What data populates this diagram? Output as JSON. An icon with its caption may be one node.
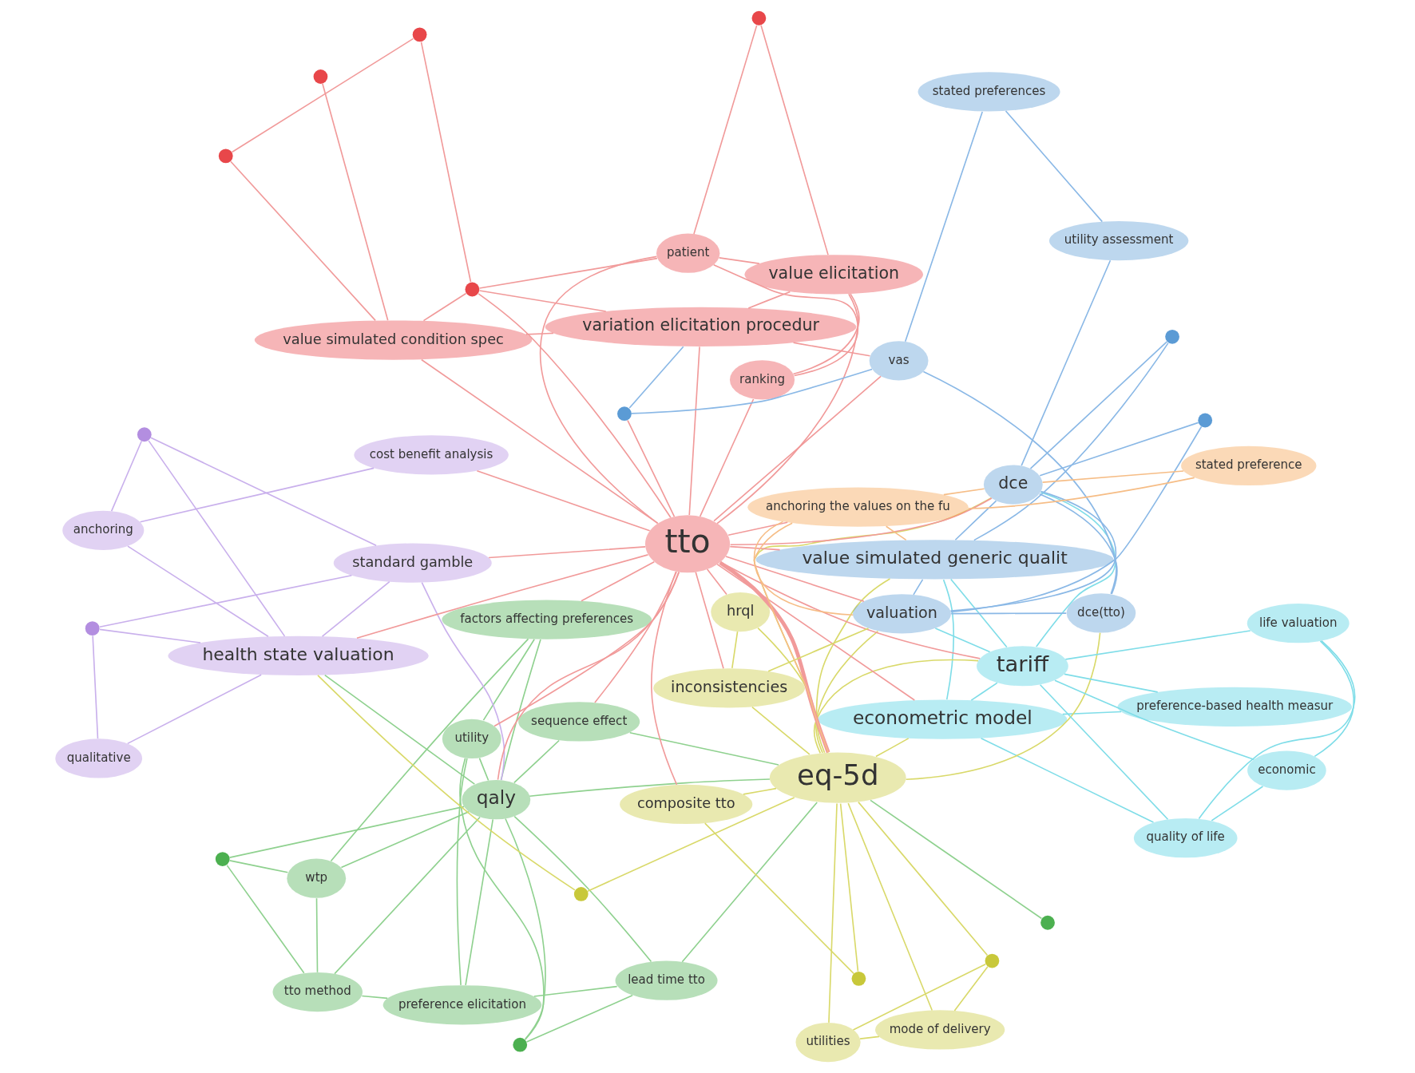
{
  "diagram": {
    "nodes": [
      {
        "text": [],
        "shape": "circle"
      },
      {
        "text": [
          "wtp"
        ]
      },
      {
        "text": [
          "tto method"
        ]
      },
      {
        "text": [
          "preference elicitation"
        ]
      },
      {
        "text": [
          "utility"
        ]
      },
      {
        "text": [
          "factors affecting preferences"
        ]
      },
      {
        "text": [
          "lead time tto"
        ]
      },
      {
        "text": [],
        "shape": "circle"
      },
      {
        "text": [
          "mode of delivery"
        ]
      },
      {
        "text": [],
        "shape": "circle"
      },
      {
        "text": [
          "preference-based health measur"
        ]
      },
      {
        "text": [
          "utilities"
        ]
      },
      {
        "text": [
          "qualitative"
        ]
      },
      {
        "text": [
          "econometric model"
        ]
      },
      {
        "text": [
          "qaly"
        ]
      },
      {
        "text": [],
        "shape": "circle"
      },
      {
        "text": [
          "standard gamble"
        ]
      },
      {
        "text": [],
        "shape": "circle"
      },
      {
        "text": [
          "sequence effect"
        ]
      },
      {
        "text": [
          "composite tto"
        ]
      },
      {
        "text": [],
        "shape": "circle"
      },
      {
        "text": [
          "health state valuation"
        ]
      },
      {
        "text": [],
        "shape": "circle"
      },
      {
        "text": [],
        "shape": "circle"
      },
      {
        "text": [
          "eq-5d"
        ]
      },
      {
        "text": [
          "anchoring"
        ]
      },
      {
        "text": [
          "life valuation"
        ]
      },
      {
        "text": [
          "value simulated generic qualit"
        ]
      },
      {
        "text": [
          "economic"
        ]
      },
      {
        "text": [
          "tariff"
        ]
      },
      {
        "text": [
          "hrql"
        ]
      },
      {
        "text": [
          "tto"
        ]
      },
      {
        "text": [
          "quality of life"
        ]
      },
      {
        "text": [
          "cost benefit analysis"
        ]
      },
      {
        "text": [],
        "shape": "circle"
      },
      {
        "text": [],
        "shape": "circle"
      },
      {
        "text": [
          "valuation"
        ]
      },
      {
        "text": [
          "inconsistencies"
        ]
      },
      {
        "text": [],
        "shape": "circle"
      },
      {
        "text": [
          "variation elicitation procedur"
        ]
      },
      {
        "text": [
          "dce(tto)"
        ]
      },
      {
        "text": [
          "vas"
        ]
      },
      {
        "text": [],
        "shape": "circle"
      },
      {
        "text": [
          "value simulated condition spec"
        ]
      },
      {
        "text": [],
        "shape": "circle"
      },
      {
        "text": [],
        "shape": "circle"
      },
      {
        "text": [
          "dce"
        ]
      },
      {
        "text": [
          "stated preferences"
        ]
      },
      {
        "text": [
          "value elicitation"
        ]
      },
      {
        "text": [
          "utility assessment"
        ]
      },
      {
        "text": [
          "ranking"
        ]
      },
      {
        "text": [],
        "shape": "circle"
      },
      {
        "text": [],
        "shape": "circle"
      },
      {
        "text": [
          "patient"
        ]
      },
      {
        "text": [
          "anchoring the values on the fu"
        ]
      },
      {
        "text": [
          "stated preference"
        ]
      }
    ],
    "edges": [
      {
        "from": 31,
        "to": 24,
        "arrow": "none",
        "style": "thick"
      },
      {
        "from": 31,
        "to": 14,
        "arrow": "none"
      },
      {
        "from": 31,
        "to": 21,
        "arrow": "none"
      },
      {
        "from": 31,
        "to": 39,
        "arrow": "none"
      },
      {
        "from": 31,
        "to": 48,
        "arrow": "none"
      },
      {
        "from": 31,
        "to": 43,
        "arrow": "none"
      },
      {
        "from": 31,
        "to": 30,
        "arrow": "none"
      },
      {
        "from": 31,
        "to": 37,
        "arrow": "none"
      },
      {
        "from": 31,
        "to": 29,
        "arrow": "none"
      },
      {
        "from": 31,
        "to": 27,
        "arrow": "none"
      },
      {
        "from": 31,
        "to": 36,
        "arrow": "none"
      },
      {
        "from": 31,
        "to": 46,
        "arrow": "none"
      },
      {
        "from": 31,
        "to": 41,
        "arrow": "none"
      },
      {
        "from": 31,
        "to": 19,
        "arrow": "none"
      },
      {
        "from": 31,
        "to": 18,
        "arrow": "none"
      },
      {
        "from": 31,
        "to": 33,
        "arrow": "none"
      },
      {
        "from": 31,
        "to": 16,
        "arrow": "none"
      },
      {
        "from": 31,
        "to": 50,
        "arrow": "none"
      },
      {
        "from": 31,
        "to": 53,
        "arrow": "none"
      },
      {
        "from": 31,
        "to": 44,
        "arrow": "none"
      },
      {
        "from": 31,
        "to": 38,
        "arrow": "none"
      },
      {
        "from": 31,
        "to": 5,
        "arrow": "none"
      },
      {
        "from": 31,
        "to": 4,
        "arrow": "none"
      },
      {
        "from": 31,
        "to": 54,
        "arrow": "none"
      },
      {
        "from": 31,
        "to": 13,
        "arrow": "none"
      },
      {
        "from": 39,
        "to": 48,
        "arrow": "none"
      },
      {
        "from": 39,
        "to": 43,
        "arrow": "none"
      },
      {
        "from": 39,
        "to": 44,
        "arrow": "none"
      },
      {
        "from": 48,
        "to": 50,
        "arrow": "none"
      },
      {
        "from": 48,
        "to": 53,
        "arrow": "none"
      },
      {
        "from": 48,
        "to": 51,
        "arrow": "none"
      },
      {
        "from": 43,
        "to": 42,
        "arrow": "none"
      },
      {
        "from": 43,
        "to": 45,
        "arrow": "none"
      },
      {
        "from": 43,
        "to": 44,
        "arrow": "none"
      },
      {
        "from": 44,
        "to": 52,
        "arrow": "none"
      },
      {
        "from": 44,
        "to": 53,
        "arrow": "none"
      },
      {
        "from": 52,
        "to": 45,
        "arrow": "none"
      },
      {
        "from": 51,
        "to": 53,
        "arrow": "none"
      },
      {
        "from": 50,
        "to": 53,
        "arrow": "none"
      },
      {
        "from": 39,
        "to": 41,
        "arrow": "none"
      },
      {
        "from": 14,
        "to": 4,
        "arrow": "none",
        "color": "#8fd18f"
      },
      {
        "from": 14,
        "to": 5,
        "arrow": "none",
        "color": "#8fd18f"
      },
      {
        "from": 14,
        "to": 2,
        "arrow": "none",
        "color": "#8fd18f"
      },
      {
        "from": 14,
        "to": 1,
        "arrow": "none",
        "color": "#8fd18f"
      },
      {
        "from": 14,
        "to": 3,
        "arrow": "none",
        "color": "#8fd18f"
      },
      {
        "from": 14,
        "to": 6,
        "arrow": "none",
        "color": "#8fd18f"
      },
      {
        "from": 14,
        "to": 7,
        "arrow": "none",
        "color": "#8fd18f"
      },
      {
        "from": 14,
        "to": 18,
        "arrow": "none",
        "color": "#8fd18f"
      },
      {
        "from": 14,
        "to": 21,
        "arrow": "none",
        "color": "#8fd18f"
      },
      {
        "from": 14,
        "to": 24,
        "arrow": "none",
        "color": "#8fd18f"
      },
      {
        "from": 3,
        "to": 4,
        "arrow": "none",
        "color": "#8fd18f"
      },
      {
        "from": 3,
        "to": 2,
        "arrow": "none",
        "color": "#8fd18f"
      },
      {
        "from": 2,
        "to": 0,
        "arrow": "none",
        "color": "#8fd18f"
      },
      {
        "from": 1,
        "to": 0,
        "arrow": "none",
        "color": "#8fd18f"
      },
      {
        "from": 2,
        "to": 1,
        "arrow": "none",
        "color": "#8fd18f"
      },
      {
        "from": 4,
        "to": 5,
        "arrow": "none",
        "color": "#8fd18f"
      },
      {
        "from": 6,
        "to": 7,
        "arrow": "none",
        "color": "#8fd18f"
      },
      {
        "from": 6,
        "to": 3,
        "arrow": "none",
        "color": "#8fd18f"
      },
      {
        "from": 7,
        "to": 4,
        "arrow": "none",
        "color": "#8fd18f"
      },
      {
        "from": 5,
        "to": 1,
        "arrow": "none",
        "color": "#8fd18f"
      },
      {
        "from": 23,
        "to": 24,
        "arrow": "none",
        "color": "#8fd18f"
      },
      {
        "from": 18,
        "to": 24,
        "arrow": "none",
        "color": "#8fd18f"
      },
      {
        "from": 6,
        "to": 24,
        "arrow": "none",
        "color": "#8fd18f"
      },
      {
        "from": 0,
        "to": 14,
        "arrow": "none",
        "color": "#8fd18f"
      },
      {
        "from": 24,
        "to": 19,
        "arrow": "none",
        "color": "#d9d96a"
      },
      {
        "from": 24,
        "to": 30,
        "arrow": "none",
        "color": "#d9d96a"
      },
      {
        "from": 24,
        "to": 37,
        "arrow": "none",
        "color": "#d9d96a"
      },
      {
        "from": 24,
        "to": 29,
        "arrow": "none",
        "color": "#d9d96a"
      },
      {
        "from": 24,
        "to": 27,
        "arrow": "none",
        "color": "#d9d96a"
      },
      {
        "from": 24,
        "to": 13,
        "arrow": "none",
        "color": "#d9d96a"
      },
      {
        "from": 24,
        "to": 11,
        "arrow": "none",
        "color": "#d9d96a"
      },
      {
        "from": 24,
        "to": 8,
        "arrow": "none",
        "color": "#d9d96a"
      },
      {
        "from": 24,
        "to": 9,
        "arrow": "none",
        "color": "#d9d96a"
      },
      {
        "from": 24,
        "to": 20,
        "arrow": "none",
        "color": "#d9d96a"
      },
      {
        "from": 24,
        "to": 36,
        "arrow": "none",
        "color": "#d9d96a"
      },
      {
        "from": 24,
        "to": 46,
        "arrow": "none",
        "color": "#d9d96a"
      },
      {
        "from": 24,
        "to": 40,
        "arrow": "none",
        "color": "#d9d96a"
      },
      {
        "from": 24,
        "to": 22,
        "arrow": "none",
        "color": "#d9d96a"
      },
      {
        "from": 8,
        "to": 9,
        "arrow": "none",
        "color": "#d9d96a"
      },
      {
        "from": 8,
        "to": 11,
        "arrow": "none",
        "color": "#d9d96a"
      },
      {
        "from": 9,
        "to": 11,
        "arrow": "none",
        "color": "#d9d96a"
      },
      {
        "from": 19,
        "to": 20,
        "arrow": "none",
        "color": "#d9d96a"
      },
      {
        "from": 37,
        "to": 30,
        "arrow": "none",
        "color": "#d9d96a"
      },
      {
        "from": 37,
        "to": 36,
        "arrow": "none",
        "color": "#d9d96a"
      },
      {
        "from": 22,
        "to": 21,
        "arrow": "none",
        "color": "#d9d96a"
      },
      {
        "from": 29,
        "to": 13,
        "arrow": "none",
        "color": "#7fdde8"
      },
      {
        "from": 29,
        "to": 27,
        "arrow": "none",
        "color": "#7fdde8"
      },
      {
        "from": 29,
        "to": 32,
        "arrow": "none",
        "color": "#7fdde8"
      },
      {
        "from": 29,
        "to": 26,
        "arrow": "none",
        "color": "#7fdde8"
      },
      {
        "from": 29,
        "to": 28,
        "arrow": "none",
        "color": "#7fdde8"
      },
      {
        "from": 29,
        "to": 10,
        "arrow": "none",
        "color": "#7fdde8"
      },
      {
        "from": 13,
        "to": 27,
        "arrow": "none",
        "color": "#7fdde8"
      },
      {
        "from": 13,
        "to": 10,
        "arrow": "none",
        "color": "#7fdde8"
      },
      {
        "from": 32,
        "to": 26,
        "arrow": "none",
        "color": "#7fdde8"
      },
      {
        "from": 32,
        "to": 28,
        "arrow": "none",
        "color": "#7fdde8"
      },
      {
        "from": 26,
        "to": 28,
        "arrow": "none",
        "color": "#7fdde8"
      },
      {
        "from": 29,
        "to": 36,
        "arrow": "none",
        "color": "#7fdde8"
      },
      {
        "from": 29,
        "to": 46,
        "arrow": "none",
        "color": "#7fdde8"
      },
      {
        "from": 13,
        "to": 32,
        "arrow": "none",
        "color": "#7fdde8"
      },
      {
        "from": 27,
        "to": 34,
        "arrow": "none",
        "color": "#8ab8e6"
      },
      {
        "from": 27,
        "to": 36,
        "arrow": "none",
        "color": "#8ab8e6"
      },
      {
        "from": 27,
        "to": 46,
        "arrow": "none",
        "color": "#8ab8e6"
      },
      {
        "from": 36,
        "to": 46,
        "arrow": "none",
        "color": "#8ab8e6"
      },
      {
        "from": 36,
        "to": 40,
        "arrow": "none",
        "color": "#8ab8e6"
      },
      {
        "from": 40,
        "to": 46,
        "arrow": "none",
        "color": "#8ab8e6"
      },
      {
        "from": 41,
        "to": 40,
        "arrow": "none",
        "color": "#8ab8e6"
      },
      {
        "from": 41,
        "to": 47,
        "arrow": "none",
        "color": "#8ab8e6"
      },
      {
        "from": 46,
        "to": 49,
        "arrow": "none",
        "color": "#8ab8e6"
      },
      {
        "from": 46,
        "to": 35,
        "arrow": "none",
        "color": "#8ab8e6"
      },
      {
        "from": 36,
        "to": 35,
        "arrow": "none",
        "color": "#8ab8e6"
      },
      {
        "from": 38,
        "to": 41,
        "arrow": "none",
        "color": "#8ab8e6"
      },
      {
        "from": 38,
        "to": 39,
        "arrow": "none",
        "color": "#8ab8e6"
      },
      {
        "from": 47,
        "to": 49,
        "arrow": "none",
        "color": "#8ab8e6"
      },
      {
        "from": 34,
        "to": 46,
        "arrow": "none",
        "color": "#8ab8e6"
      },
      {
        "from": 21,
        "to": 16,
        "arrow": "none",
        "color": "#c9b0ec"
      },
      {
        "from": 21,
        "to": 12,
        "arrow": "none",
        "color": "#c9b0ec"
      },
      {
        "from": 21,
        "to": 25,
        "arrow": "none",
        "color": "#c9b0ec"
      },
      {
        "from": 21,
        "to": 15,
        "arrow": "none",
        "color": "#c9b0ec"
      },
      {
        "from": 21,
        "to": 17,
        "arrow": "none",
        "color": "#c9b0ec"
      },
      {
        "from": 16,
        "to": 15,
        "arrow": "none",
        "color": "#c9b0ec"
      },
      {
        "from": 16,
        "to": 17,
        "arrow": "none",
        "color": "#c9b0ec"
      },
      {
        "from": 17,
        "to": 25,
        "arrow": "none",
        "color": "#c9b0ec"
      },
      {
        "from": 25,
        "to": 33,
        "arrow": "none",
        "color": "#c9b0ec"
      },
      {
        "from": 15,
        "to": 12,
        "arrow": "none",
        "color": "#c9b0ec"
      },
      {
        "from": 16,
        "to": 14,
        "arrow": "none",
        "color": "#c9b0ec"
      },
      {
        "from": 54,
        "to": 55,
        "arrow": "none",
        "color": "#f6bd86"
      },
      {
        "from": 54,
        "to": 46,
        "arrow": "none",
        "color": "#f6bd86"
      },
      {
        "from": 54,
        "to": 36,
        "arrow": "none",
        "color": "#f6bd86"
      },
      {
        "from": 55,
        "to": 46,
        "arrow": "none",
        "color": "#f6bd86"
      },
      {
        "from": 54,
        "to": 24,
        "arrow": "none",
        "color": "#f6bd86"
      },
      {
        "from": 54,
        "to": 27,
        "arrow": "none",
        "color": "#f6bd86"
      }
    ]
  }
}
